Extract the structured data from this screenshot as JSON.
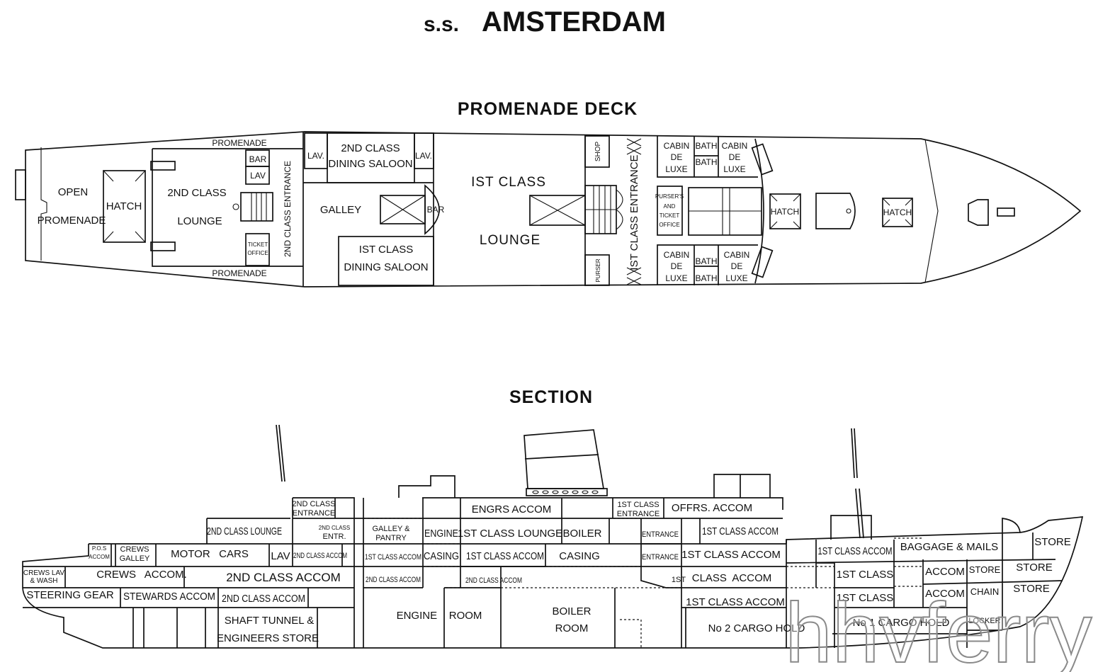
{
  "title": {
    "prefix": "s.s.",
    "name": "AMSTERDAM"
  },
  "plan": {
    "heading": "PROMENADE DECK",
    "open": "OPEN",
    "open_promenade": "PROMENADE",
    "hatch_aft": "HATCH",
    "promenade_top": "PROMENADE",
    "promenade_bottom": "PROMENADE",
    "lounge2_l1": "2ND CLASS",
    "lounge2_l2": "LOUNGE",
    "bar_aft": "BAR",
    "lav_aft": "LAV",
    "ticket_l1": "TICKET",
    "ticket_l2": "OFFICE",
    "entrance2": "2ND CLASS ENTRANCE",
    "lav_port": "LAV.",
    "lav_stbd": "LAV.",
    "dining2_l1": "2ND CLASS",
    "dining2_l2": "DINING SALOON",
    "galley": "GALLEY",
    "bar_mid": "BAR",
    "dining1_l1": "IST CLASS",
    "dining1_l2": "DINING SALOON",
    "lounge1_l1": "IST CLASS",
    "lounge1_l2": "LOUNGE",
    "shop": "SHOP",
    "purser": "PURSER",
    "entrance1": "IST CLASS ENTRANCE",
    "purser_office": [
      "PURSER'S",
      "AND",
      "TICKET",
      "OFFICE"
    ],
    "cabin": [
      "CABIN",
      "DE",
      "LUXE"
    ],
    "bath": "BATH",
    "hatch_mid": "HATCH",
    "hatch_fwd": "HATCH"
  },
  "section": {
    "heading": "SECTION",
    "entrance2_l1": "2ND CLASS",
    "entrance2_l2": "ENTRANCE",
    "engrs_accom": "ENGRS ACCOM",
    "entrance1_l1": "1ST CLASS",
    "entrance1_l2": "ENTRANCE",
    "offrs_accom": "OFFRS. ACCOM",
    "lounge2": "2ND CLASS LOUNGE",
    "entr2_l1": "2ND CLASS",
    "entr2_l2": "ENTR.",
    "galley_l1": "GALLEY &",
    "galley_l2": "PANTRY",
    "engine": "ENGINE",
    "lounge1": "1ST CLASS LOUNGE",
    "boiler": "BOILER",
    "entrance_a": "ENTRANCE",
    "accom1_a": "1ST CLASS ACCOM",
    "pos_l1": "P.O.S",
    "pos_l2": "ACCOM",
    "crews_galley_l1": "CREWS",
    "crews_galley_l2": "GALLEY",
    "motor_cars": "MOTOR   CARS",
    "lav": "LAV",
    "accom2_a": "2ND CLASS ACCOM",
    "accom1_b": "1ST CLASS ACCOM",
    "casing_a": "CASING",
    "accom1_c": "1ST CLASS ACCOM",
    "casing_b": "CASING",
    "entrance_b": "ENTRANCE",
    "accom1_d": "1ST CLASS ACCOM",
    "accom1_e": "1ST CLASS ACCOM",
    "baggage": "BAGGAGE & MAILS",
    "store_a": "STORE",
    "crews_lav_l1": "CREWS LAV",
    "crews_lav_l2": "& WASH",
    "crews_accom": "CREWS   ACCOM.",
    "accom2_b": "2ND CLASS ACCOM",
    "accom2_c": "2ND CLASS ACCOM",
    "accom2_d": "2ND CLASS ACCOM",
    "accom1_f_pre": "1ST",
    "accom1_f": "CLASS  ACCOM",
    "class1_a": "1ST CLASS",
    "accom_a": "ACCOM",
    "store_b": "STORE",
    "store_c": "STORE",
    "steering": "STEERING GEAR",
    "stewards": "STEWARDS ACCOM",
    "accom2_e": "2ND CLASS ACCOM",
    "accom1_g": "1ST CLASS ACCOM",
    "class1_b": "1ST CLASS",
    "accom_b": "ACCOM",
    "chain": "CHAIN",
    "store_d": "STORE",
    "shaft_l1": "SHAFT TUNNEL &",
    "shaft_l2": "ENGINEERS STORE",
    "engine_room": "ENGINE    ROOM",
    "boiler_l1": "BOILER",
    "boiler_l2": "ROOM",
    "cargo2": "No 2 CARGO HOLD",
    "cargo1": "No 1 CARGO HOLD",
    "locker": "LOCKER"
  },
  "watermark": "hhvferry"
}
